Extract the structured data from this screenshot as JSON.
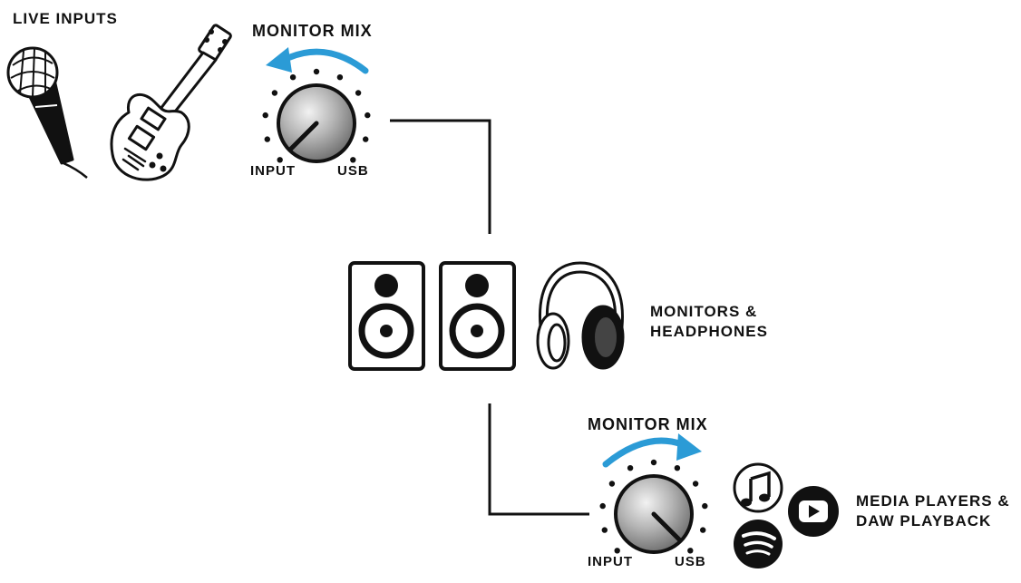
{
  "live_inputs": {
    "label": "LIVE INPUTS"
  },
  "top_knob": {
    "title": "MONITOR MIX",
    "left_label": "INPUT",
    "right_label": "USB",
    "arrow_direction": "counterclockwise"
  },
  "outputs": {
    "label_line1": "MONITORS &",
    "label_line2": "HEADPHONES"
  },
  "bottom_knob": {
    "title": "MONITOR MIX",
    "left_label": "INPUT",
    "right_label": "USB",
    "arrow_direction": "clockwise"
  },
  "media": {
    "label_line1": "MEDIA PLAYERS &",
    "label_line2": "DAW PLAYBACK",
    "icons": [
      "apple-music-icon",
      "youtube-icon",
      "spotify-icon"
    ]
  },
  "colors": {
    "accent_arrow": "#2b9bd6",
    "line": "#111111",
    "background": "#ffffff"
  }
}
